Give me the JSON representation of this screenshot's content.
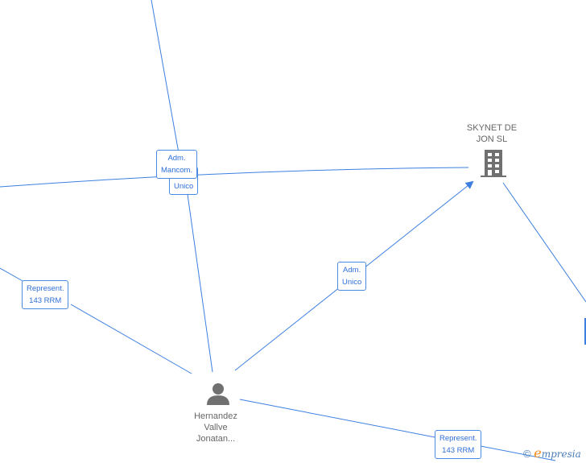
{
  "nodes": {
    "company": {
      "name_line1": "SKYNET DE",
      "name_line2": "JON  SL",
      "icon": "building-icon"
    },
    "person": {
      "name_line1": "Hernandez",
      "name_line2": "Vallve",
      "name_line3": "Jonatan...",
      "icon": "person-icon"
    }
  },
  "edges": {
    "adm_mancom": {
      "line1": "Adm.",
      "line2": "Mancom."
    },
    "adm_unico_hidden": {
      "line2": "Unico"
    },
    "adm_unico": {
      "line1": "Adm.",
      "line2": "Unico"
    },
    "represent_left": {
      "line1": "Represent.",
      "line2": "143 RRM"
    },
    "represent_bottom": {
      "line1": "Represent.",
      "line2": "143 RRM"
    }
  },
  "brand": {
    "copyright": "©",
    "e": "e",
    "rest": "mpresia"
  },
  "colors": {
    "edge": "#3d7fe0",
    "node": "#707070"
  }
}
